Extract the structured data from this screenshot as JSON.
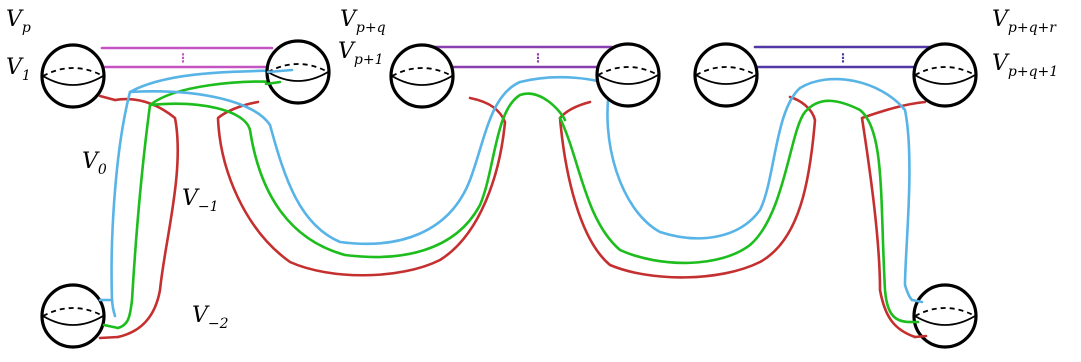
{
  "colors": {
    "red": "#c4302f",
    "green": "#1cbd1c",
    "blue": "#58b4e6",
    "magenta": "#c454c4",
    "purple": "#8a3fb0",
    "indigo": "#5238a6",
    "outline": "#000000"
  },
  "labels": {
    "vp": {
      "base": "V",
      "sub": "p"
    },
    "v1": {
      "base": "V",
      "sub": "1"
    },
    "vpq": {
      "base": "V",
      "sub": "p+q"
    },
    "vp1": {
      "base": "V",
      "sub": "p+1"
    },
    "vpqr": {
      "base": "V",
      "sub": "p+q+r"
    },
    "vpq1": {
      "base": "V",
      "sub": "p+q+1"
    },
    "v0": {
      "base": "V",
      "sub": "0"
    },
    "vm1": {
      "base": "V",
      "sub": "−1"
    },
    "vm2": {
      "base": "V",
      "sub": "−2"
    }
  },
  "dots": "⋮"
}
